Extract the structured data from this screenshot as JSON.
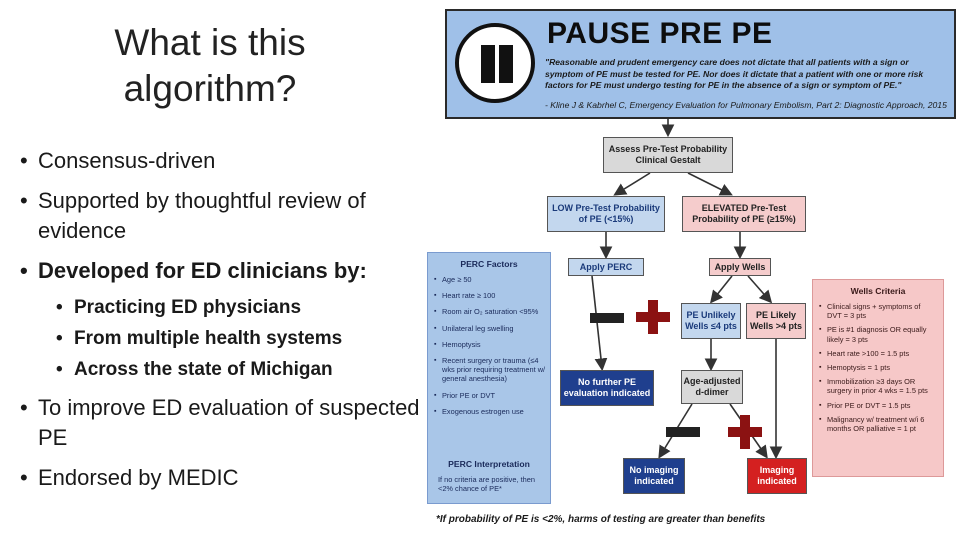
{
  "slide": {
    "title": "What is this algorithm?",
    "bullets": [
      "Consensus-driven",
      "Supported by thoughtful review of evidence",
      "Developed for ED clinicians by:",
      "To improve ED evaluation of suspected PE",
      "Endorsed by MEDIC"
    ],
    "sub_bullets": [
      "Practicing ED physicians",
      "From multiple health systems",
      "Across the state of Michigan"
    ]
  },
  "flowchart": {
    "banner": {
      "title": "PAUSE PRE PE",
      "quote": "\"Reasonable and prudent emergency care does not dictate that all patients with a sign or symptom of PE must be tested for PE. Nor does it dictate that a patient with one or more risk factors for PE must undergo testing for PE in the absence of a sign or symptom of PE.\"",
      "citation": "- Kline J & Kabrhel C, Emergency Evaluation for Pulmonary Embolism, Part 2: Diagnostic Approach, 2015"
    },
    "nodes": {
      "assess": "Assess Pre-Test Probability Clinical Gestalt",
      "low": "LOW Pre-Test Probability of PE (<15%)",
      "elevated": "ELEVATED Pre-Test Probability of PE (≥15%)",
      "apply_perc": "Apply PERC",
      "apply_wells": "Apply Wells",
      "wells_unlikely": "PE Unlikely Wells ≤4 pts",
      "wells_likely": "PE Likely Wells >4 pts",
      "age_ddimer": "Age-adjusted d-dimer",
      "no_further": "No further PE evaluation indicated",
      "no_imaging": "No imaging indicated",
      "imaging": "Imaging indicated"
    },
    "perc_panel": {
      "title": "PERC Factors",
      "items": [
        "Age ≥ 50",
        "Heart rate ≥ 100",
        "Room air O₂ saturation <95%",
        "Unilateral leg swelling",
        "Hemoptysis",
        "Recent surgery or trauma (≤4 wks prior requiring treatment w/ general anesthesia)",
        "Prior PE or DVT",
        "Exogenous estrogen use"
      ],
      "interp_title": "PERC Interpretation",
      "interp_text": "If no criteria are positive, then <2% chance of PE*"
    },
    "wells_panel": {
      "title": "Wells Criteria",
      "items": [
        "Clinical signs + symptoms of DVT = 3 pts",
        "PE is #1 diagnosis OR equally likely = 3 pts",
        "Heart rate >100 = 1.5 pts",
        "Hemoptysis = 1 pts",
        "Immobilization ≥3 days OR surgery in prior 4 wks = 1.5 pts",
        "Prior PE or DVT = 1.5 pts",
        "Malignancy w/ treatment w/i 6 months OR palliative = 1 pt"
      ]
    },
    "footnote": "*If probability of PE is <2%, harms of testing are greater than benefits"
  },
  "colors": {
    "banner": "#9fc0e8",
    "perc_panel": "#a9c6e8",
    "wells_panel": "#f6c8c8",
    "navy_box": "#1f3f8e",
    "red_box": "#d42020"
  }
}
